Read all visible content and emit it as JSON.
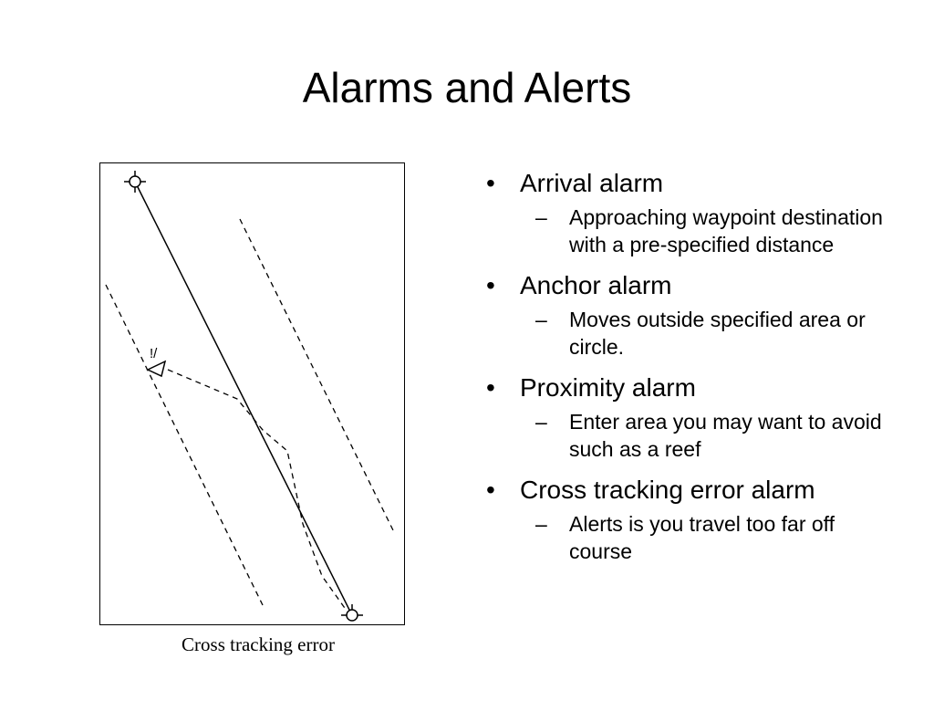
{
  "slide": {
    "title": "Alarms and Alerts",
    "figure_caption": "Cross tracking error",
    "bullet_glyph": "•",
    "sub_bullet_glyph": "–",
    "bullets": [
      {
        "text": "Arrival alarm",
        "sub": "Approaching waypoint destination with a pre-specified distance"
      },
      {
        "text": "Anchor alarm",
        "sub": "Moves outside specified area or circle."
      },
      {
        "text": "Proximity alarm",
        "sub": "Enter area you may want to avoid such as a reef"
      },
      {
        "text": "Cross tracking error alarm",
        "sub": "Alerts is you travel too far off course"
      }
    ]
  },
  "figure": {
    "alert_mark": "!/",
    "icons": [
      "waypoint-start-icon",
      "waypoint-end-icon",
      "vessel-triangle-icon"
    ]
  }
}
